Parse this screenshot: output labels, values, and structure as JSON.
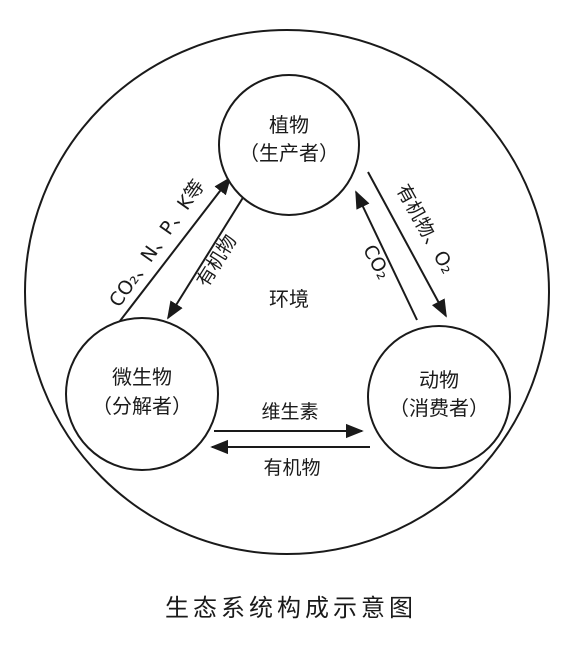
{
  "caption": "生态系统构成示意图",
  "environment_label": "环境",
  "nodes": {
    "plant": {
      "name": "植物",
      "role": "（生产者）"
    },
    "animal": {
      "name": "动物",
      "role": "（消费者）"
    },
    "microbe": {
      "name": "微生物",
      "role": "（分解者）"
    }
  },
  "flows": {
    "microbe_to_plant": "CO₂、N、P、K等",
    "plant_to_microbe": "有机物",
    "plant_to_animal": "有机物、O₂",
    "animal_to_plant": "CO₂",
    "microbe_to_animal": "维生素",
    "animal_to_microbe": "有机物"
  }
}
